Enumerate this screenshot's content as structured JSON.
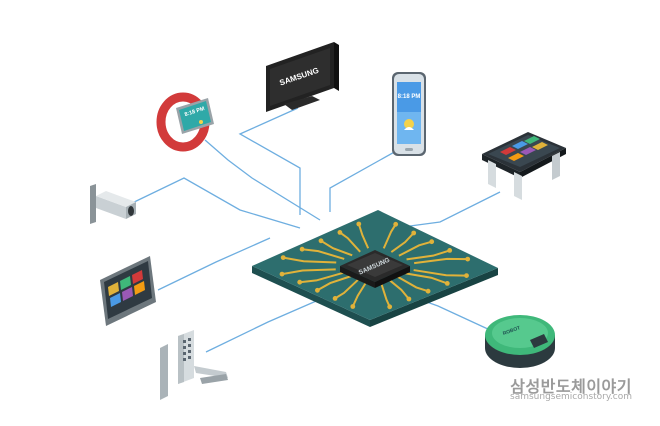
{
  "devices": {
    "tv": {
      "brand": "SAMSUNG"
    },
    "chip": {
      "brand": "SAMSUNG"
    },
    "phone": {
      "time": "8:18 PM"
    },
    "watch": {
      "time": "8:18 PM"
    },
    "robot_vacuum": {
      "label": "ROBOT"
    }
  },
  "watermark": {
    "title": "삼성반도체이야기",
    "url": "samsungsemiconstory.com"
  },
  "colors": {
    "board": "#2d6e6e",
    "board_edge": "#1e4f50",
    "trace": "#e0b23a",
    "connector": "#6eaee0",
    "watch_band": "#d23a3a",
    "vacuum": "#3fb87a"
  }
}
